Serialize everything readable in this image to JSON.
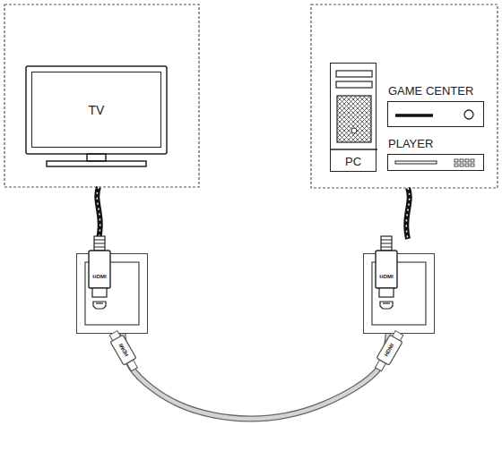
{
  "diagram": {
    "nodes": [
      {
        "text": [
          "TV"
        ]
      },
      {
        "text": [
          "PC"
        ]
      },
      {
        "text": [
          "GAME CENTER"
        ]
      },
      {
        "text": [
          "PLAYER"
        ]
      },
      {
        "text": [
          "HDMI",
          "HDMI"
        ]
      },
      {
        "text": [
          "HDMI",
          "HDMI"
        ]
      }
    ],
    "edges": [
      {
        "from": 4,
        "to": 5,
        "arrow": "none"
      }
    ]
  }
}
